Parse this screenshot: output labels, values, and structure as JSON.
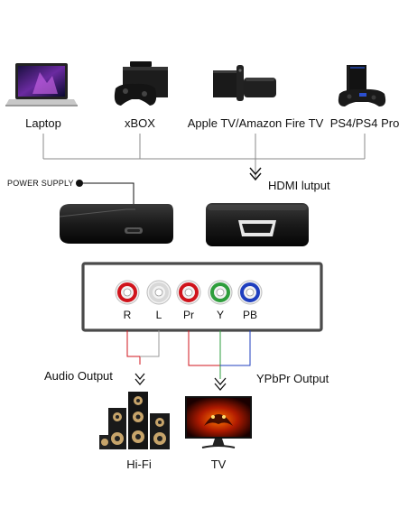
{
  "sources": [
    {
      "label": "Laptop",
      "icon": "laptop-icon"
    },
    {
      "label": "xBOX",
      "icon": "xbox-console-icon"
    },
    {
      "label": "Apple TV/Amazon Fire TV",
      "icon": "streaming-box-icon"
    },
    {
      "label": "PS4/PS4 Pro",
      "icon": "ps4-console-icon"
    }
  ],
  "power_supply_label": "POWER SUPPLY",
  "hdmi_input_label": "HDMI lutput",
  "ports": [
    {
      "label": "R",
      "color": "#d0141c"
    },
    {
      "label": "L",
      "color": "#d8d8d8"
    },
    {
      "label": "Pr",
      "color": "#d0141c"
    },
    {
      "label": "Y",
      "color": "#2e9e3c"
    },
    {
      "label": "PB",
      "color": "#1f3fbf"
    }
  ],
  "audio_output_label": "Audio Output",
  "ypbpr_output_label": "YPbPr Output",
  "hifi_label": "Hi-Fi",
  "tv_label": "TV"
}
